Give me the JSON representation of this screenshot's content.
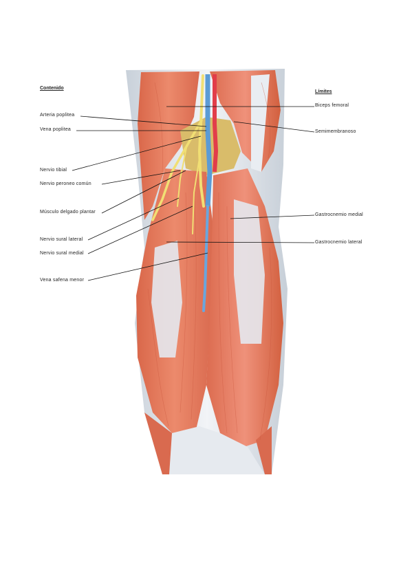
{
  "headers": {
    "contenido": "Contenido",
    "limites": "Límites"
  },
  "labels_left": [
    "Arteria poplitea",
    "Vena poplitea",
    "Nervio tibial",
    "Nervio peroneo común",
    "Músculo delgado plantar",
    "Nervio sural lateral",
    "Nervio sural medial",
    "Vena safena menor"
  ],
  "labels_right": [
    "Biceps femoral",
    "Semimembranoso",
    "Gastrocnemio medial",
    "Gastrocnemio lateral"
  ],
  "colors": {
    "muscle": "#e07a5c",
    "muscle_dark": "#c9553c",
    "tendon": "#dfe4ea",
    "fat": "#d8b860",
    "artery": "#e0404a",
    "vein": "#5b9bd5",
    "nerve": "#f0e07a"
  }
}
